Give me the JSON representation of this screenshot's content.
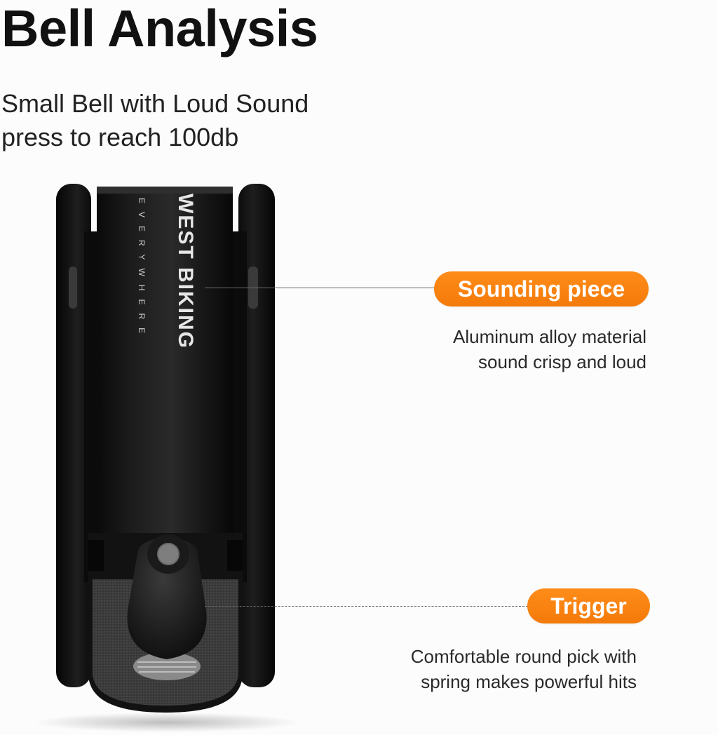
{
  "header": {
    "title": "Bell Analysis",
    "subtitle_line1": "Small Bell with Loud Sound",
    "subtitle_line2": "press to reach 100db"
  },
  "product": {
    "brand_text": "WEST BIKING",
    "tagline_text": "EVERYWHERE"
  },
  "callouts": [
    {
      "label": "Sounding piece",
      "desc_line1": "Aluminum alloy material",
      "desc_line2": "sound crisp and loud"
    },
    {
      "label": "Trigger",
      "desc_line1": "Comfortable round pick with",
      "desc_line2": "spring makes powerful hits"
    }
  ],
  "colors": {
    "accent": "#f47a08",
    "bell_body": "#111111"
  }
}
